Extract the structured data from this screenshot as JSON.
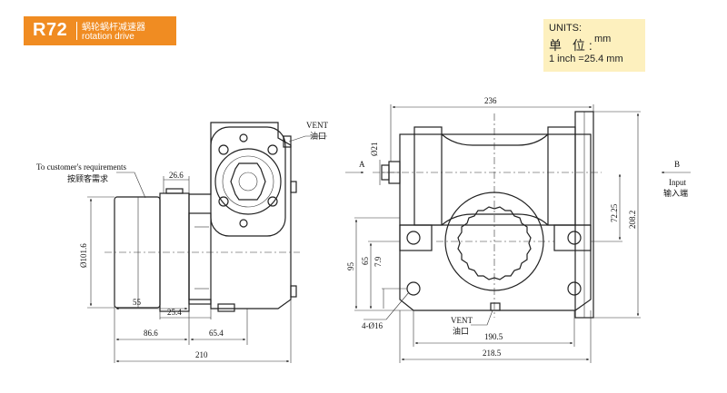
{
  "header": {
    "model": "R72",
    "title_cn": "蜗轮蜗杆减速器",
    "title_en": "rotation drive",
    "accent_color": "#f08c22"
  },
  "units": {
    "title": "UNITS:",
    "label_cn": "单 位:",
    "unit": "mm",
    "conversion": "1 inch =25.4 mm",
    "box_color": "#fdf0be"
  },
  "side_view": {
    "customer_label": "To customer's requirements",
    "customer_label_cn": "按顾客需求",
    "vent_label": "VENT",
    "vent_label_cn": "油口",
    "dims": {
      "d_26_6": "26.6",
      "d_101_6": "Ø101.6",
      "d_55": "55",
      "d_25_4": "25.4",
      "d_86_6": "86.6",
      "d_65_4": "65.4",
      "d_210": "210"
    }
  },
  "front_view": {
    "dims": {
      "d_236": "236",
      "d_21": "Ø21",
      "d_72_25": "72.25",
      "d_208_2": "208.2",
      "d_95": "95",
      "d_65": "65",
      "d_7_9": "7.9",
      "d_4x16": "4-Ø16",
      "d_190_5": "190.5",
      "d_218_5": "218.5"
    },
    "label_a": "A",
    "label_b": "B",
    "input_label": "Input",
    "input_label_cn": "输入端",
    "vent_label": "VENT",
    "vent_label_cn": "油口"
  }
}
